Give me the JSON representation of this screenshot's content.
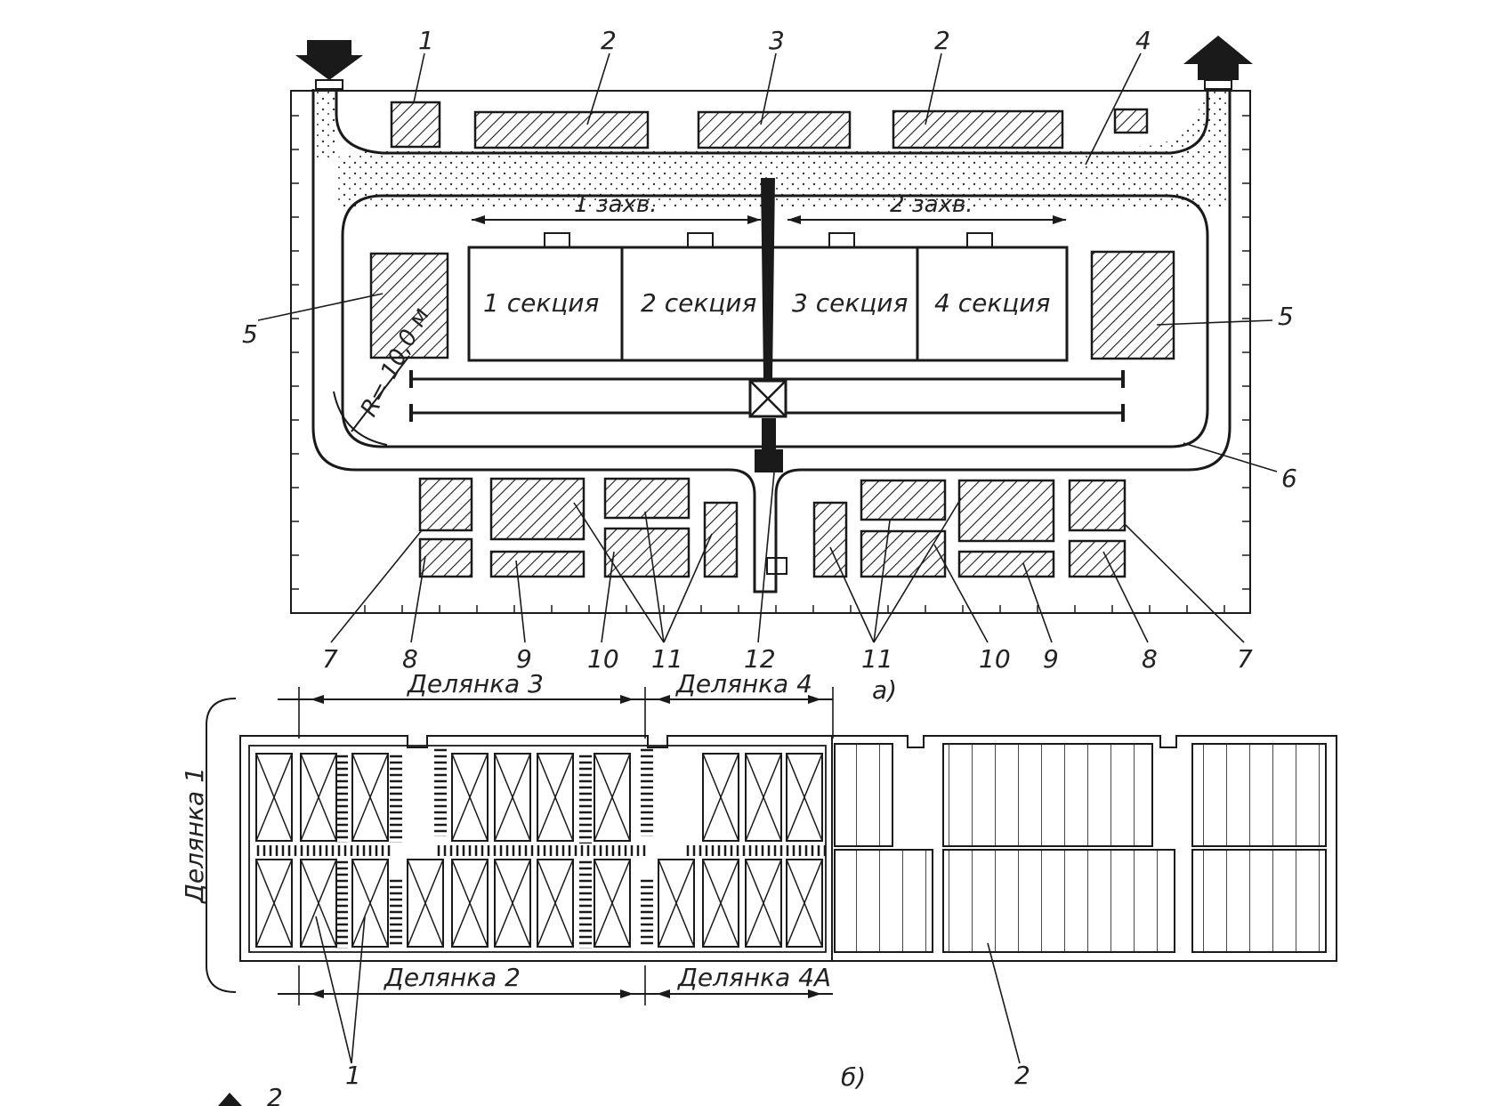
{
  "diagram_a": {
    "callouts": {
      "n1": "1",
      "n2a": "2",
      "n3": "3",
      "n2b": "2",
      "n4": "4",
      "n5l": "5",
      "n5r": "5",
      "n6": "6",
      "n7l": "7",
      "n8l": "8",
      "n9l": "9",
      "n10l": "10",
      "n11l": "11",
      "n12": "12",
      "n11r": "11",
      "n10r": "10",
      "n9r": "9",
      "n8r": "8",
      "n7r": "7"
    },
    "stages": [
      "1 захв.",
      "2 захв."
    ],
    "sections": [
      "1 секция",
      "2 секция",
      "3 секция",
      "4 секция"
    ],
    "radius_label": "R= 10,0 м",
    "caption": "а)"
  },
  "diagram_b": {
    "plots_top": [
      "Делянка 3",
      "Делянка 4"
    ],
    "plots_bottom": [
      "Делянка 2",
      "Делянка 4А"
    ],
    "plot_side": "Делянка 1",
    "callouts": {
      "n1": "1",
      "n2": "2"
    },
    "caption": "б)"
  },
  "corner_label": "2"
}
